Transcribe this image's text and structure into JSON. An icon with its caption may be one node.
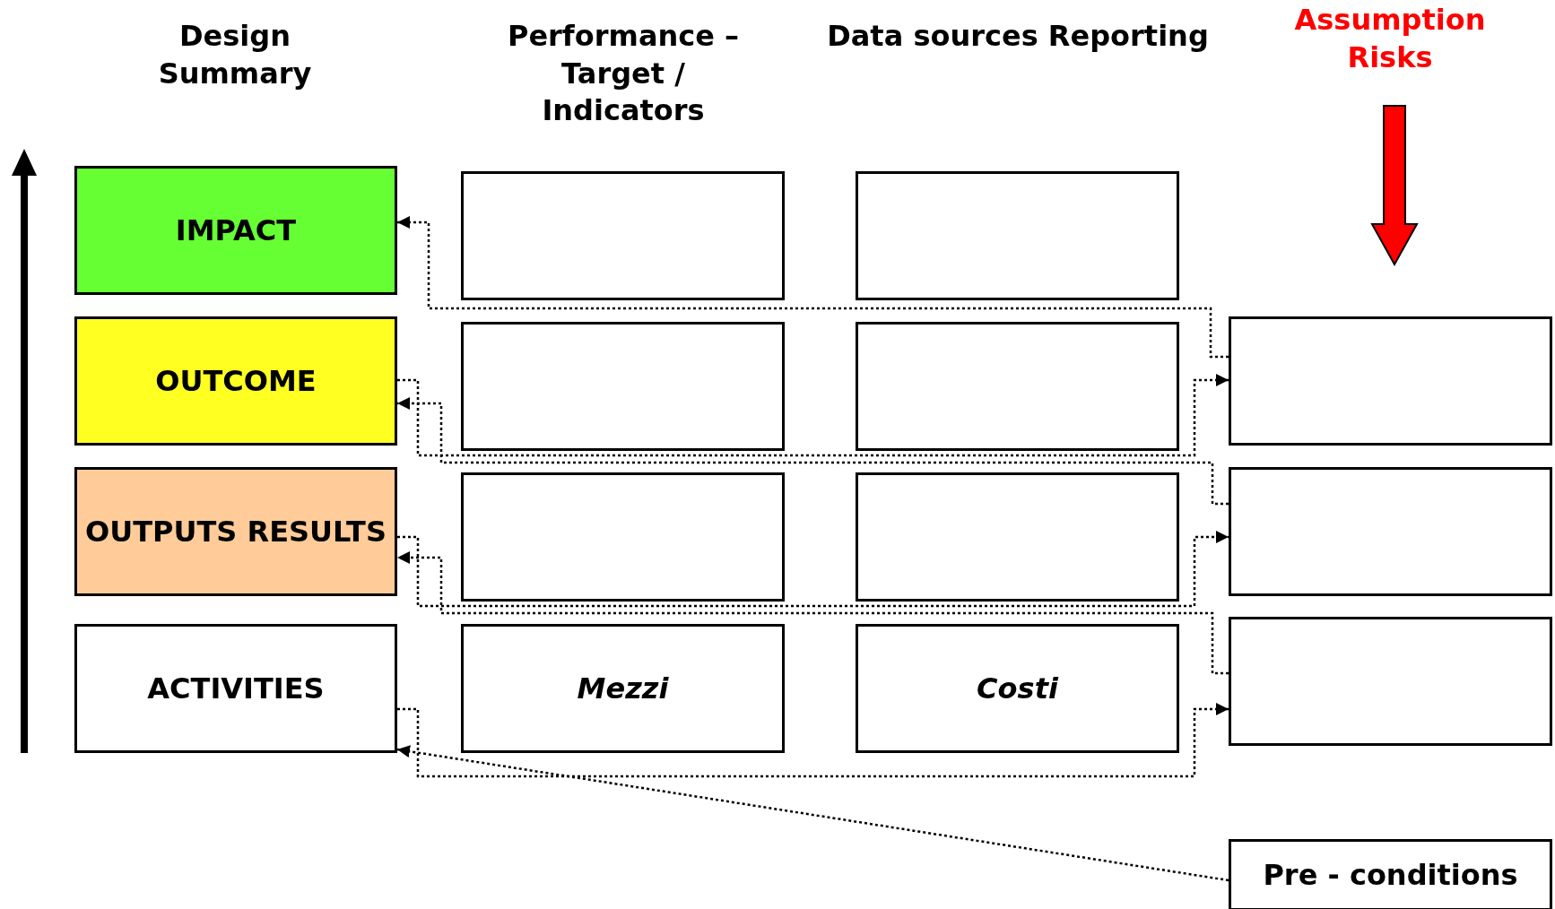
{
  "diagram": {
    "nodes": [
      {
        "text": [
          "IMPACT"
        ]
      },
      {
        "text": [],
        "shape": "box"
      },
      {
        "text": [],
        "shape": "box"
      },
      {
        "text": [
          "OUTCOME"
        ]
      },
      {
        "text": [],
        "shape": "box"
      },
      {
        "text": [],
        "shape": "box"
      },
      {
        "text": [],
        "shape": "box"
      },
      {
        "text": [
          "OUTPUTS RESULTS"
        ]
      },
      {
        "text": [],
        "shape": "box"
      },
      {
        "text": [],
        "shape": "box"
      },
      {
        "text": [],
        "shape": "box"
      },
      {
        "text": [
          "ACTIVITIES"
        ]
      },
      {
        "text": [
          "Mezzi"
        ]
      },
      {
        "text": [
          "Costi"
        ]
      },
      {
        "text": [],
        "shape": "box"
      },
      {
        "text": [
          "Pre - conditions"
        ]
      }
    ],
    "edges": [
      {
        "from": 6,
        "to": 0,
        "arrow": "to"
      },
      {
        "from": 3,
        "to": 6,
        "arrow": "to"
      },
      {
        "from": 10,
        "to": 3,
        "arrow": "to"
      },
      {
        "from": 7,
        "to": 10,
        "arrow": "to"
      },
      {
        "from": 14,
        "to": 7,
        "arrow": "to"
      },
      {
        "from": 11,
        "to": 14,
        "arrow": "to"
      },
      {
        "from": 15,
        "to": 11,
        "arrow": "to"
      }
    ],
    "labels": [
      "Design Summary",
      "Performance – Target / Indicators",
      "Data sources Reporting",
      "Assumption Risks"
    ]
  }
}
